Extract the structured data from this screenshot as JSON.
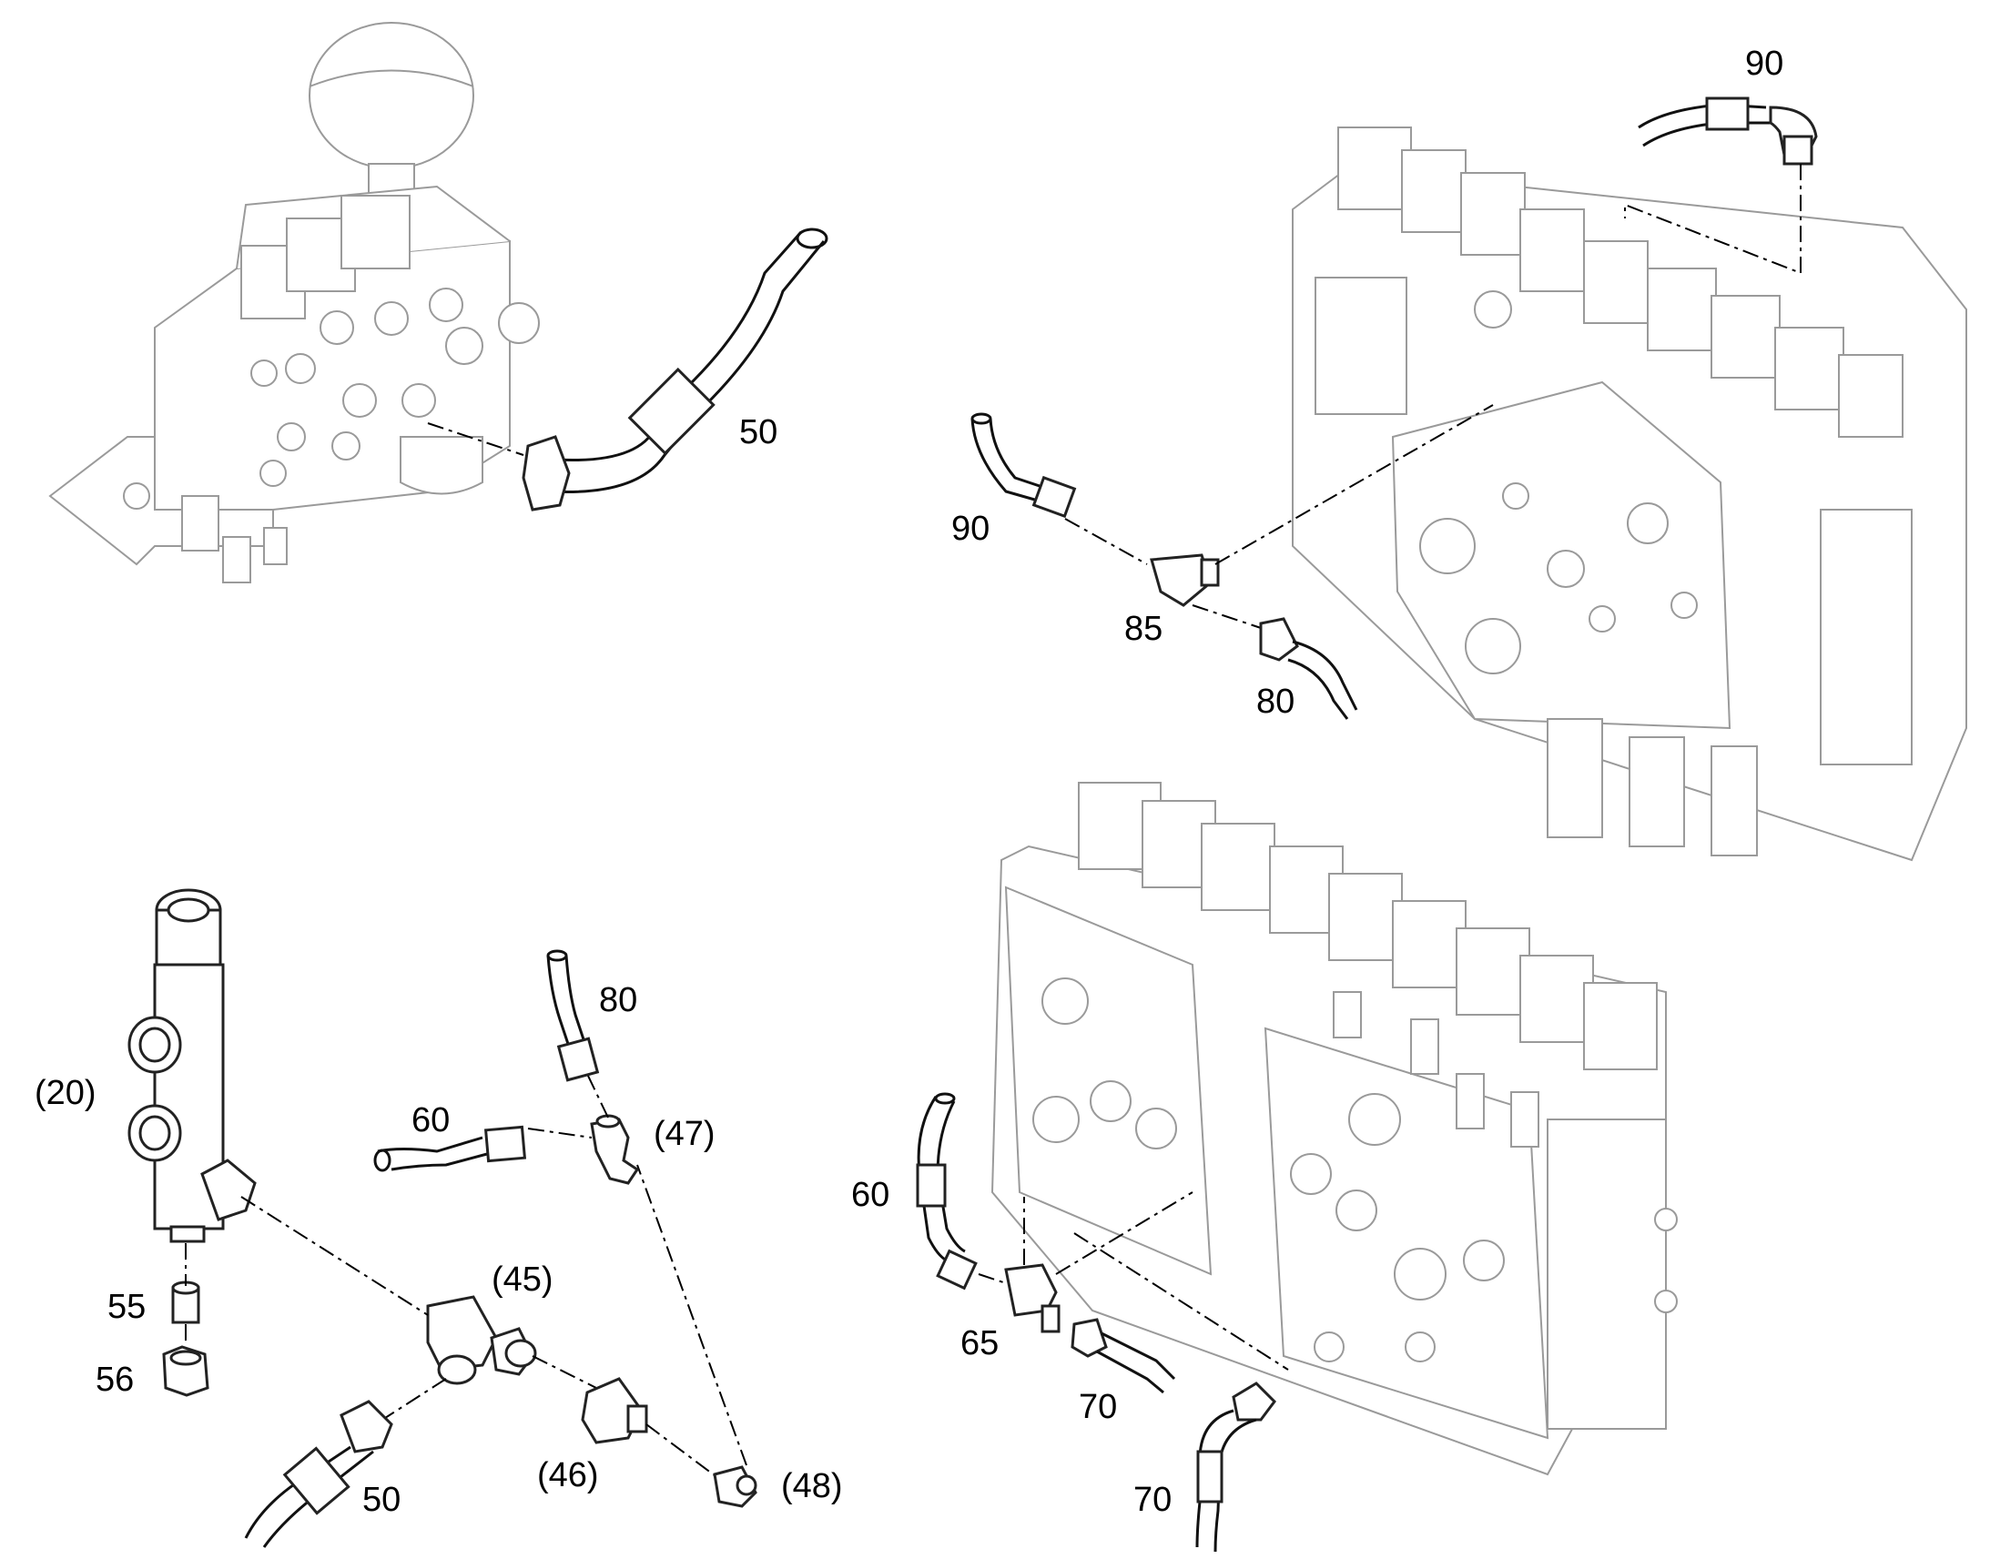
{
  "callouts": {
    "c50_top": "50",
    "c90_top": "90",
    "c90_mid": "90",
    "c85": "85",
    "c80_mid": "80",
    "c80_low": "80",
    "c20": "(20)",
    "c60_low": "60",
    "c47": "(47)",
    "c45": "(45)",
    "c55": "55",
    "c56": "56",
    "c50_low": "50",
    "c46": "(46)",
    "c48": "(48)",
    "c60_right": "60",
    "c65": "65",
    "c70_mid": "70",
    "c70_low": "70"
  },
  "colors": {
    "line": "#000000",
    "part_outline": "#9a9a9a",
    "background": "#ffffff"
  }
}
